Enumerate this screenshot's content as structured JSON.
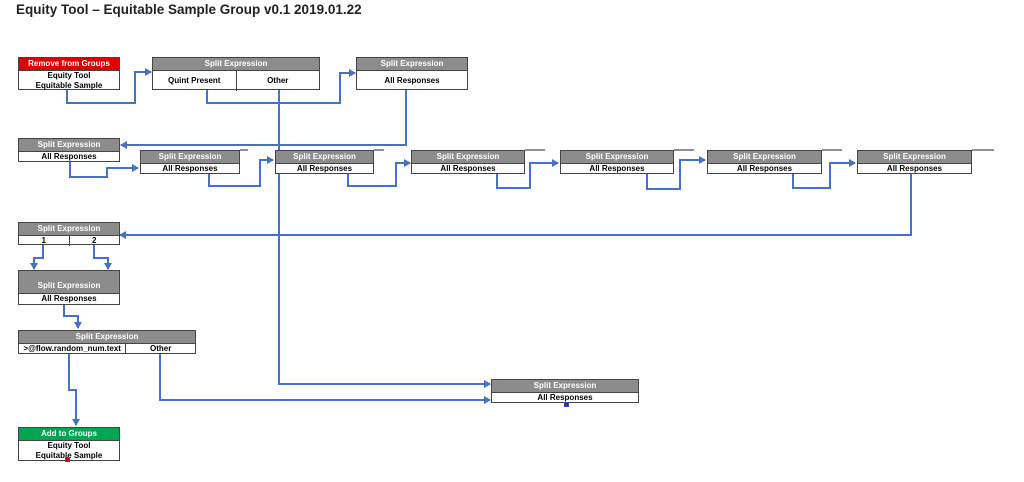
{
  "title": "Equity Tool – Equitable Sample Group v0.1 2019.01.22",
  "colors": {
    "header_gray": "#8c8c8c",
    "header_red": "#e00000",
    "header_green": "#00a651",
    "connector": "#4472c4"
  },
  "nodes": {
    "remove": {
      "header": "Remove from Groups",
      "line1": "Equity Tool",
      "line2": "Equitable Sample"
    },
    "split_quint": {
      "header": "Split Expression",
      "branches": [
        "Quint Present",
        "Other"
      ]
    },
    "split_r1": {
      "header": "Split Expression",
      "body": "All Responses"
    },
    "split_r2_0": {
      "header": "Split Expression",
      "body": "All Responses"
    },
    "split_r2_1": {
      "header": "Split Expression",
      "body": "All Responses"
    },
    "split_r2_2": {
      "header": "Split Expression",
      "body": "All Responses"
    },
    "split_r2_3": {
      "header": "Split Expression",
      "body": "All Responses"
    },
    "split_r2_4": {
      "header": "Split Expression",
      "body": "All Responses"
    },
    "split_r2_5": {
      "header": "Split Expression",
      "body": "All Responses"
    },
    "split_r2_6": {
      "header": "Split Expression",
      "body": "All Responses"
    },
    "split_12": {
      "header": "Split Expression",
      "branches": [
        "1",
        "2"
      ]
    },
    "split_r3": {
      "header": "Split Expression",
      "body": "All Responses"
    },
    "split_random": {
      "header": "Split Expression",
      "branches": [
        ">@flow.random_num.text",
        "Other"
      ]
    },
    "split_final": {
      "header": "Split Expression",
      "body": "All Responses"
    },
    "add": {
      "header": "Add to Groups",
      "line1": "Equity Tool",
      "line2": "Equitable Sample"
    }
  }
}
